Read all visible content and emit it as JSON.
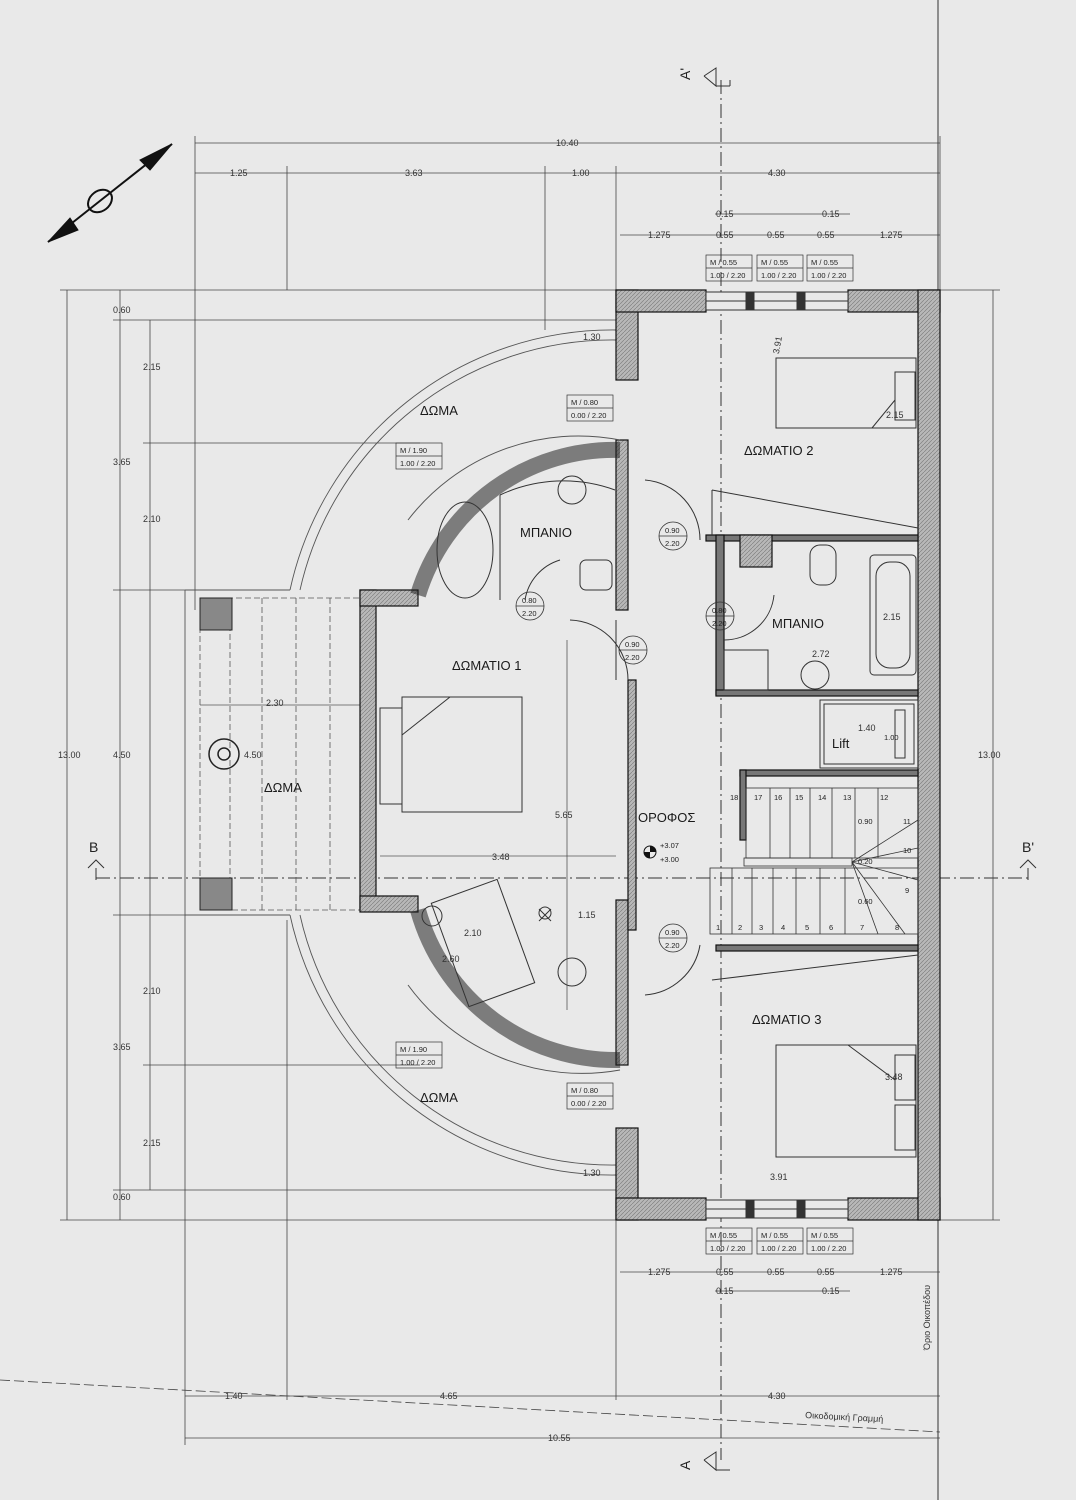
{
  "rooms": {
    "doma_top": "ΔΩΜΑ",
    "doma_left": "ΔΩΜΑ",
    "doma_bottom": "ΔΩΜΑ",
    "bath_left": "ΜΠΑΝΙΟ",
    "bath_right": "ΜΠΑΝΙΟ",
    "room1": "ΔΩΜΑΤΙΟ 1",
    "room2": "ΔΩΜΑΤΙΟ 2",
    "room3": "ΔΩΜΑΤΙΟ 3",
    "floor": "ΟΡΟΦΟΣ",
    "lift": "Lift"
  },
  "levels": {
    "upper": "+3.07",
    "lower": "+3.00"
  },
  "sections": {
    "a_top": "A'",
    "a_bottom": "A",
    "b_left": "B",
    "b_right": "B'"
  },
  "dims": {
    "overall_top": "10.40",
    "top_1": "1.25",
    "top_2": "3.63",
    "top_3": "1.00",
    "top_4": "4.30",
    "win_top_a": "1.275",
    "win_top_b": "0.55",
    "win_top_c": "0.55",
    "win_top_d": "0.55",
    "win_top_e": "1.275",
    "win_top_f": "0.15",
    "win_top_g": "0.15",
    "win_bot_a": "1.275",
    "win_bot_b": "0.55",
    "win_bot_c": "0.55",
    "win_bot_d": "0.55",
    "win_bot_e": "1.275",
    "win_bot_f": "0.15",
    "win_bot_g": "0.15",
    "left_total": "13.00",
    "right_total": "13.00",
    "left_1": "0.60",
    "left_2": "2.15",
    "left_3": "3.65",
    "left_4": "2.10",
    "left_5": "4.50",
    "left_6": "2.10",
    "left_7": "3.65",
    "left_8": "2.15",
    "left_9": "0.60",
    "bot_1": "1.40",
    "bot_2": "4.65",
    "bot_3": "4.30",
    "overall_bottom": "10.55",
    "r_130_top": "1.30",
    "r_130_bot": "1.30",
    "room2_w": "3.91",
    "room3_w": "3.91",
    "room2_bed": "2.15",
    "room3_bed": "3.48",
    "room1_w": "3.48",
    "room1_h": "5.65",
    "terrace_w": "2.30",
    "terrace_h": "4.50",
    "bath_w": "2.72",
    "bath_h": "2.15",
    "lift_w": "1.40",
    "lift_h": "1.00",
    "d_115": "1.15",
    "d_210": "2.10",
    "d_260": "2.60",
    "stair_090": "0.90",
    "stair_020": "0.20",
    "stair_060": "0.60"
  },
  "openings": {
    "w1_a": "Μ / 0.55",
    "w1_b": "1.00 / 2.20",
    "w2_a": "Μ / 0.55",
    "w2_b": "1.00 / 2.20",
    "w3_a": "Μ / 0.55",
    "w3_b": "1.00 / 2.20",
    "w4_a": "Μ / 0.55",
    "w4_b": "1.00 / 2.20",
    "w5_a": "Μ / 0.55",
    "w5_b": "1.00 / 2.20",
    "w6_a": "Μ / 0.55",
    "w6_b": "1.00 / 2.20",
    "d_bal_top_a": "Μ / 0.80",
    "d_bal_top_b": "0.00 / 2.20",
    "d_bal_bot_a": "Μ / 0.80",
    "d_bal_bot_b": "0.00 / 2.20",
    "arc_top_a": "Μ / 1.90",
    "arc_top_b": "1.00 / 2.20",
    "arc_bot_a": "Μ / 1.90",
    "arc_bot_b": "1.00 / 2.20",
    "door1_a": "0.90",
    "door1_b": "2.20",
    "door2_a": "0.80",
    "door2_b": "2.20",
    "door3_a": "0.90",
    "door3_b": "2.20",
    "door4_a": "0.80",
    "door4_b": "2.20",
    "door5_a": "0.90",
    "door5_b": "2.20"
  },
  "stairs": [
    "1",
    "2",
    "3",
    "4",
    "5",
    "6",
    "7",
    "8",
    "9",
    "10",
    "11",
    "12",
    "13",
    "14",
    "15",
    "16",
    "17",
    "18"
  ],
  "notes": {
    "building_line": "Οικοδομική Γραμμή",
    "plot_limit": "Όριο Οικοπέδου"
  }
}
